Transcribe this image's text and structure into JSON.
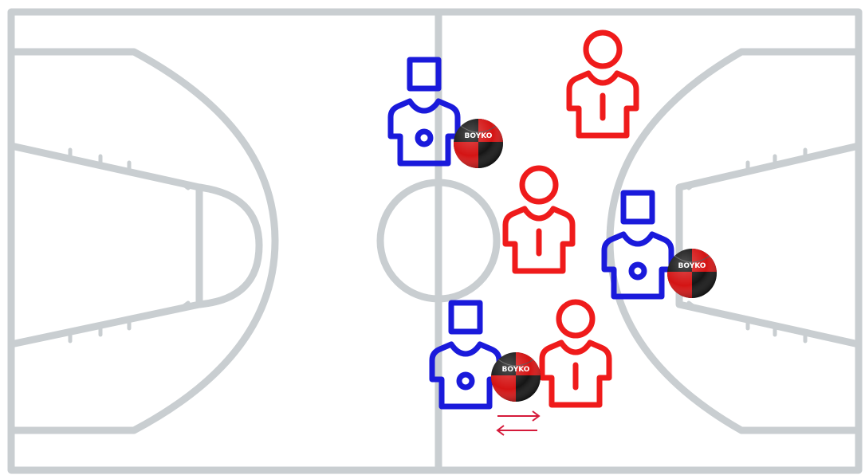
{
  "colors": {
    "court_background": "#ffffff",
    "court_lines": "#c9ced1",
    "team_a": "#1a1adb",
    "team_b": "#ef1b1b",
    "ball_red": "#d41414",
    "ball_black": "#151515",
    "pass_arrows": "#d51a3a"
  },
  "teams": {
    "team_a": {
      "shape": "square-head",
      "color_key": "team_a"
    },
    "team_b": {
      "shape": "round-head",
      "color_key": "team_b"
    }
  },
  "ball": {
    "brand": "BOYKO"
  },
  "icons": [
    "court",
    "player-square-head",
    "player-round-head",
    "ball",
    "double-arrow"
  ]
}
